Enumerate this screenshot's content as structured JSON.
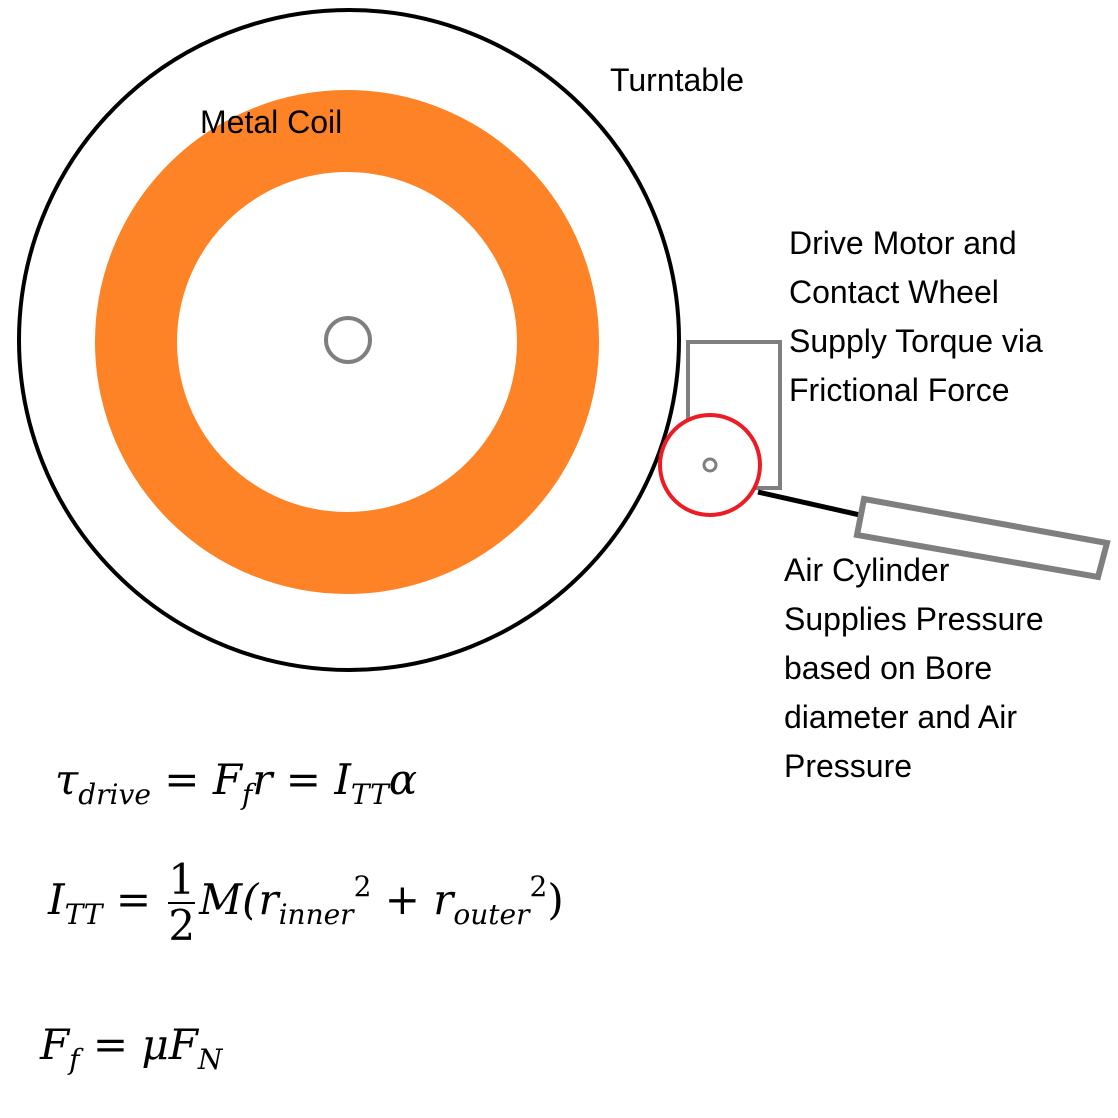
{
  "labels": {
    "turntable": "Turntable",
    "metal_coil": "Metal Coil",
    "drive_motor": [
      "Drive Motor and",
      "Contact Wheel",
      "Supply Torque via",
      "Frictional Force"
    ],
    "air_cylinder": [
      "Air Cylinder",
      "Supplies Pressure",
      "based on Bore",
      "diameter and Air",
      "Pressure"
    ]
  },
  "equations": {
    "eq1": {
      "tau": "τ",
      "tau_sub": "drive",
      "eq": " = ",
      "F": "F",
      "F_sub": "f",
      "r": "r",
      "eq2": " = ",
      "I": "I",
      "I_sub": "TT",
      "alpha": "α"
    },
    "eq2": {
      "I": "I",
      "I_sub": "TT",
      "eq": " = ",
      "num": "1",
      "den": "2",
      "M": "M(",
      "r1": "r",
      "r1_sub": "inner",
      "sup1": "2",
      "plus": " + ",
      "r2": "r",
      "r2_sub": "outer",
      "sup2": "2",
      "close": ")"
    },
    "eq3": {
      "F": "F",
      "F_sub": "f",
      "eq": " = ",
      "mu": "μF",
      "N_sub": "N"
    }
  },
  "colors": {
    "coil": "#fd8326",
    "wheel": "#ed1c24",
    "gray": "#7f7f7f",
    "black": "#000000"
  }
}
